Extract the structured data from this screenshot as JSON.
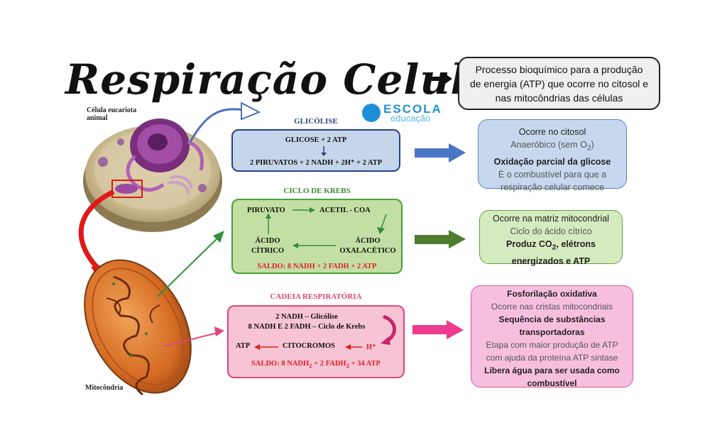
{
  "title": "Respiração Celular",
  "definition": {
    "line1": "Processo bioquímico para a produção",
    "line2": "de energia (ATP) que ocorre no citosol e",
    "line3": "nas mitocôndrias das células"
  },
  "logo": {
    "brand": "ESCOLA",
    "sub": "educação"
  },
  "cell_label": {
    "line1": "Célula eucariota",
    "line2": "animal"
  },
  "mito_label": "Mitocôndria",
  "glycolysis": {
    "title": "GLICÓLISE",
    "line1": "GLICOSE + 2 ATP",
    "line2": "2 PIRUVATOS + 2 NADH + 2H⁺ + 2 ATP"
  },
  "krebs": {
    "title": "CICLO DE KREBS",
    "piruvato": "PIRUVATO",
    "acetil": "ACETIL - COA",
    "acido1": "ÁCIDO",
    "citrico": "CÍTRICO",
    "acido2": "ÁCIDO",
    "oxalacetico": "OXALACÉTICO",
    "saldo": "SALDO: 8 NADH + 2 FADH + 2 ATP"
  },
  "chain": {
    "title": "CADEIA RESPIRATÓRIA",
    "line1": "2 NADH – Glicólise",
    "line2": "8 NADH E 2 FADH – Ciclo de Krebs",
    "atp": "ATP",
    "citocromos": "CITOCROMOS",
    "hplus": "H⁺",
    "saldo_prefix": "SALDO: 8 NADH",
    "saldo_sub1": "2",
    "saldo_mid": " + 2 FADH",
    "saldo_sub2": "2",
    "saldo_suffix": " + 34 ATP"
  },
  "info_glycolysis": {
    "l1": "Ocorre no citosol",
    "l2_prefix": "Anaeróbico (sem O",
    "l2_sub": "2",
    "l2_suffix": ")",
    "l3": "Oxidação parcial da glicose",
    "l4": "É o combustível para que a",
    "l5": "respiração celular comece"
  },
  "info_krebs": {
    "l1": "Ocorre na matriz mitocondrial",
    "l2": "Ciclo do ácido cítrico",
    "l3_prefix": "Produz CO",
    "l3_sub": "2",
    "l3_suffix": ", elétrons",
    "l4": "energizados e ATP"
  },
  "info_chain": {
    "l1": "Fosforilação oxidativa",
    "l2": "Ocorre nas cristas mitocondriais",
    "l3": "Sequência de substâncias",
    "l4": "transportadoras",
    "l5": "Etapa com maior produção de ATP",
    "l6": "com ajuda da proteína ATP sintase",
    "l7": "Libera água para ser usada como",
    "l8": "combustível"
  },
  "colors": {
    "glycolysis_accent": "#2b3f8a",
    "krebs_accent": "#48a13c",
    "chain_accent": "#e0467d",
    "saldo_red": "#e02020",
    "arrow_blue": "#4a76c8",
    "arrow_green": "#4f7c2f",
    "arrow_pink": "#ee3b8e"
  }
}
